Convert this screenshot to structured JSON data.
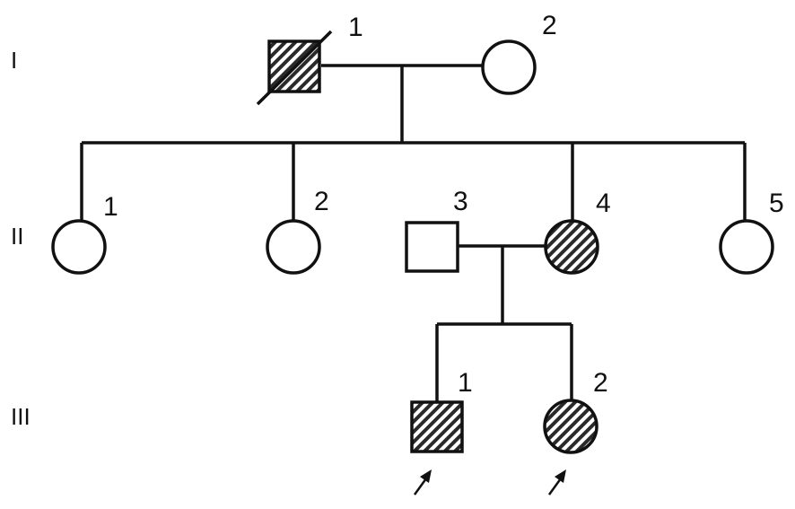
{
  "generations": [
    {
      "id": "I",
      "label": "I"
    },
    {
      "id": "II",
      "label": "II"
    },
    {
      "id": "III",
      "label": "III"
    }
  ],
  "individuals": [
    {
      "id": "I-1",
      "generation": "I",
      "number": "1",
      "sex": "male",
      "affected": true,
      "deceased": true,
      "proband": false
    },
    {
      "id": "I-2",
      "generation": "I",
      "number": "2",
      "sex": "female",
      "affected": false,
      "deceased": false,
      "proband": false
    },
    {
      "id": "II-1",
      "generation": "II",
      "number": "1",
      "sex": "female",
      "affected": false,
      "deceased": false,
      "proband": false
    },
    {
      "id": "II-2",
      "generation": "II",
      "number": "2",
      "sex": "female",
      "affected": false,
      "deceased": false,
      "proband": false
    },
    {
      "id": "II-3",
      "generation": "II",
      "number": "3",
      "sex": "male",
      "affected": false,
      "deceased": false,
      "proband": false
    },
    {
      "id": "II-4",
      "generation": "II",
      "number": "4",
      "sex": "female",
      "affected": true,
      "deceased": false,
      "proband": false
    },
    {
      "id": "II-5",
      "generation": "II",
      "number": "5",
      "sex": "female",
      "affected": false,
      "deceased": false,
      "proband": false
    },
    {
      "id": "III-1",
      "generation": "III",
      "number": "1",
      "sex": "male",
      "affected": true,
      "deceased": false,
      "proband": true
    },
    {
      "id": "III-2",
      "generation": "III",
      "number": "2",
      "sex": "female",
      "affected": true,
      "deceased": false,
      "proband": true
    }
  ],
  "unions": [
    {
      "id": "union-I",
      "partners": [
        "I-1",
        "I-2"
      ],
      "children": [
        "II-1",
        "II-2",
        "II-4",
        "II-5"
      ]
    },
    {
      "id": "union-II",
      "partners": [
        "II-3",
        "II-4"
      ],
      "children": [
        "III-1",
        "III-2"
      ]
    }
  ]
}
